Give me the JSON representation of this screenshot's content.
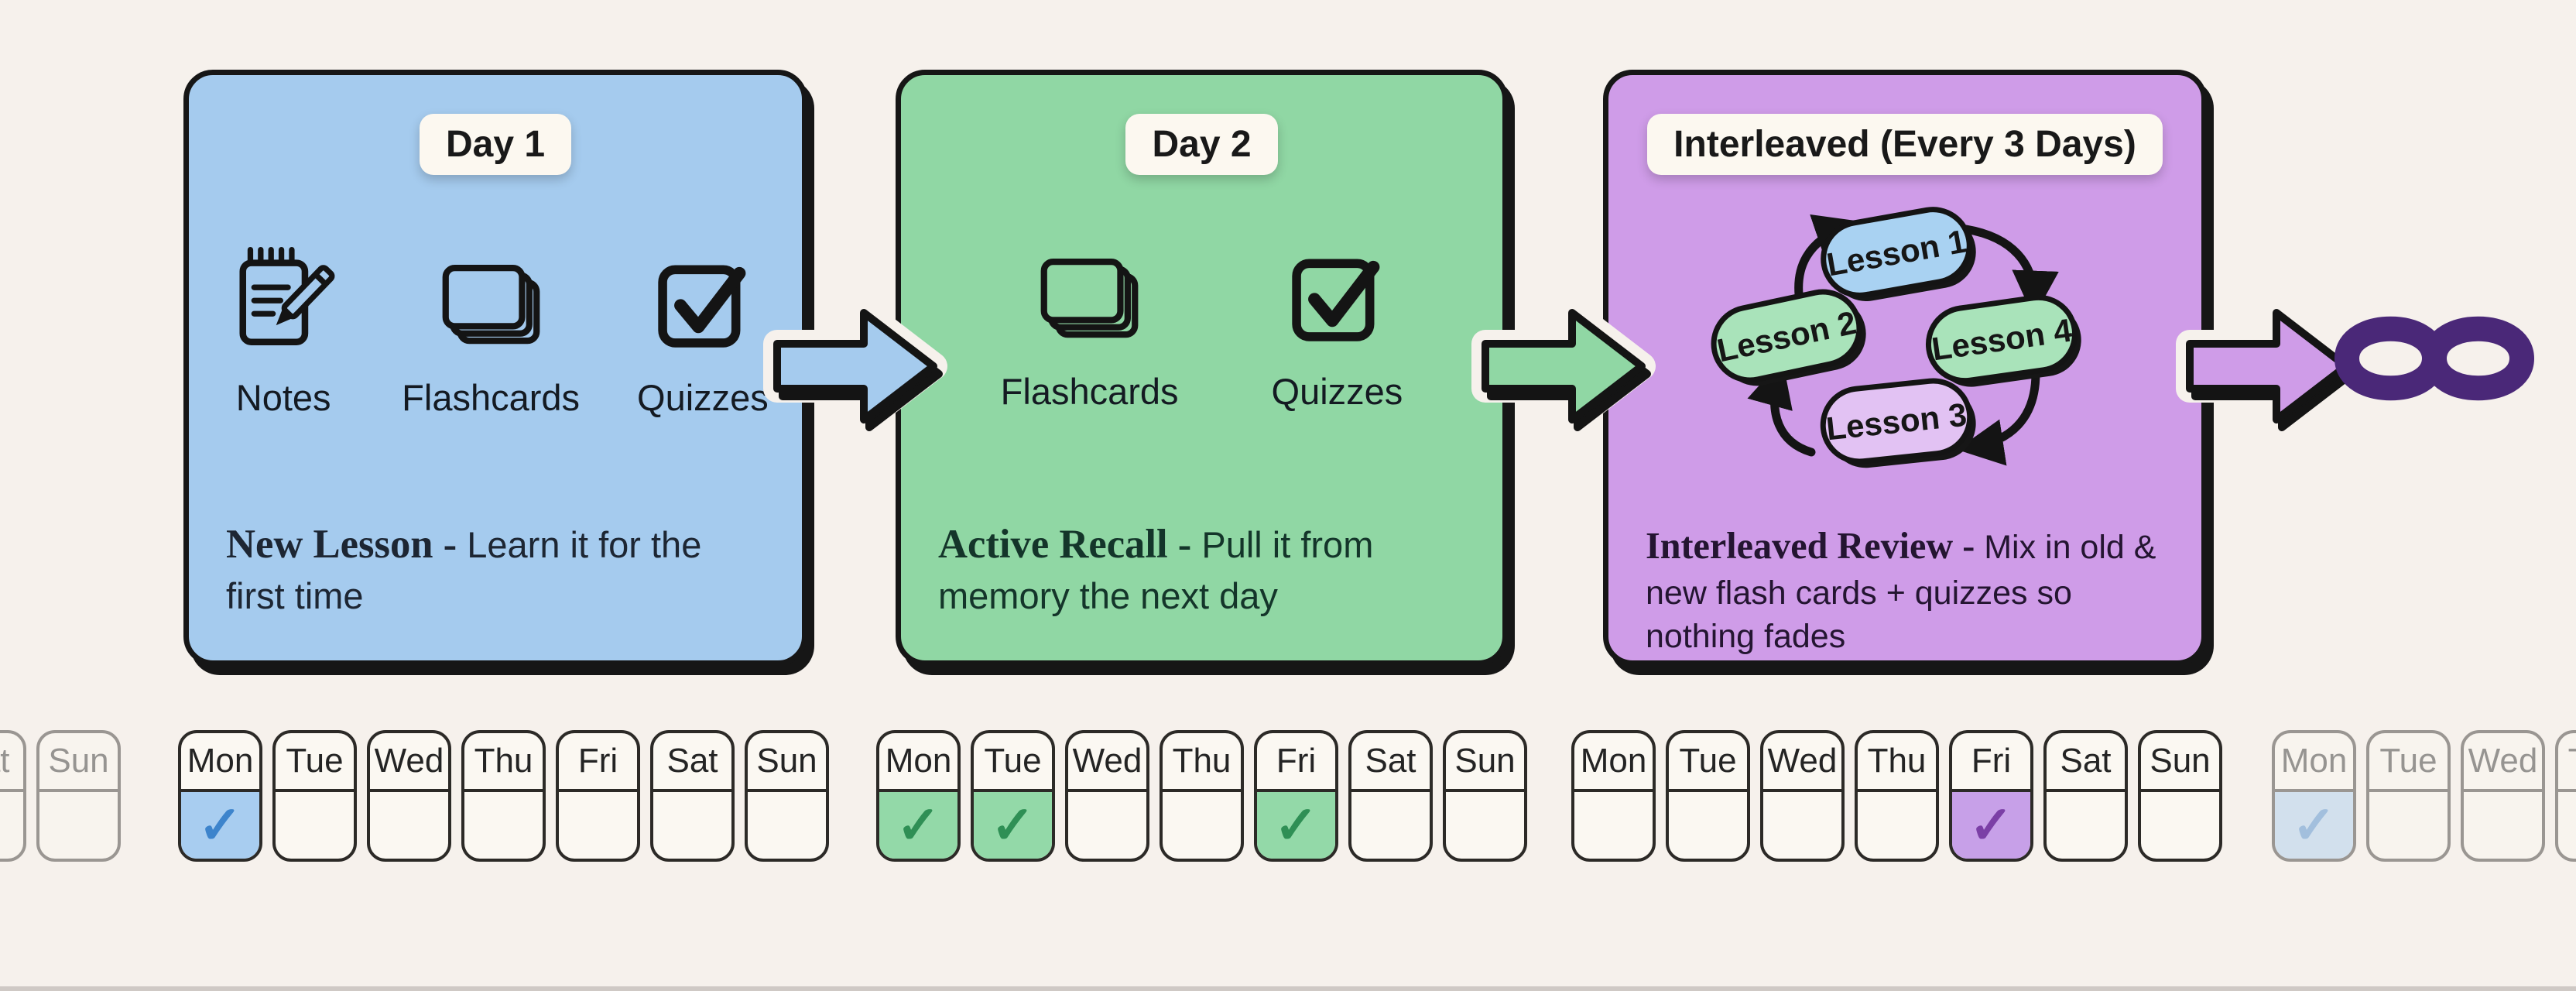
{
  "colors": {
    "background": "#f6f1ec",
    "ink": "#161616",
    "card_blue": "#a5cbee",
    "card_green": "#90d7a4",
    "card_purple": "#cf9ce8",
    "badge_bg": "#fcf8f0",
    "cell_bg": "#fbf8f2",
    "infinity_purple": "#4a2878"
  },
  "cards": [
    {
      "badge": "Day 1",
      "items": [
        {
          "icon": "notes-icon",
          "label": "Notes"
        },
        {
          "icon": "flashcards-icon",
          "label": "Flashcards"
        },
        {
          "icon": "quizzes-icon",
          "label": "Quizzes"
        }
      ],
      "lead": "New Lesson -",
      "rest": "Learn it for the first time",
      "bg": "#a5cbee"
    },
    {
      "badge": "Day 2",
      "items": [
        {
          "icon": "flashcards-icon",
          "label": "Flashcards"
        },
        {
          "icon": "quizzes-icon",
          "label": "Quizzes"
        }
      ],
      "lead": "Active Recall -",
      "rest": "Pull it from memory the next day",
      "bg": "#90d7a4"
    },
    {
      "badge": "Interleaved (Every 3 Days)",
      "lessons": [
        {
          "label": "Lesson 1",
          "color": "#a9d2f2"
        },
        {
          "label": "Lesson 2",
          "color": "#a9e3ba"
        },
        {
          "label": "Lesson 4",
          "color": "#a9e3ba"
        },
        {
          "label": "Lesson 3",
          "color": "#e2c2f3"
        }
      ],
      "lead": "Interleaved Review -",
      "rest": "Mix in old & new flash cards + quizzes so nothing fades",
      "bg": "#cf9ce8"
    }
  ],
  "flow_arrows": [
    {
      "name": "arrow-day1-to-day2",
      "color": "#a5cbee"
    },
    {
      "name": "arrow-day2-to-interleaved",
      "color": "#90d7a4"
    },
    {
      "name": "arrow-interleaved-to-infinity",
      "color": "#cf9ce8"
    }
  ],
  "infinity_symbol": {
    "glyph": "∞",
    "color": "#4a2878"
  },
  "check_glyph": "✓",
  "check_styles": {
    "blue": {
      "bg": "#a8cdf0",
      "mark": "#3d84cc"
    },
    "green": {
      "bg": "#93d9a8",
      "mark": "#2f8f55"
    },
    "purple": {
      "bg": "#c7a0e8",
      "mark": "#7b3fa6"
    }
  },
  "weeks": [
    {
      "id": "week-0-partial",
      "faded": true,
      "days": [
        {
          "label": "Sat"
        },
        {
          "label": "Sun"
        }
      ]
    },
    {
      "id": "week-1",
      "faded": false,
      "days": [
        {
          "label": "Mon",
          "check": "blue"
        },
        {
          "label": "Tue"
        },
        {
          "label": "Wed"
        },
        {
          "label": "Thu"
        },
        {
          "label": "Fri"
        },
        {
          "label": "Sat"
        },
        {
          "label": "Sun"
        }
      ]
    },
    {
      "id": "week-2",
      "faded": false,
      "days": [
        {
          "label": "Mon",
          "check": "green"
        },
        {
          "label": "Tue",
          "check": "green"
        },
        {
          "label": "Wed"
        },
        {
          "label": "Thu"
        },
        {
          "label": "Fri",
          "check": "green"
        },
        {
          "label": "Sat"
        },
        {
          "label": "Sun"
        }
      ]
    },
    {
      "id": "week-3",
      "faded": false,
      "days": [
        {
          "label": "Mon"
        },
        {
          "label": "Tue"
        },
        {
          "label": "Wed"
        },
        {
          "label": "Thu"
        },
        {
          "label": "Fri",
          "check": "purple"
        },
        {
          "label": "Sat"
        },
        {
          "label": "Sun"
        }
      ]
    },
    {
      "id": "week-4-partial",
      "faded": true,
      "days": [
        {
          "label": "Mon",
          "check": "blue"
        },
        {
          "label": "Tue"
        },
        {
          "label": "Wed"
        },
        {
          "label": "Thu"
        }
      ]
    }
  ]
}
